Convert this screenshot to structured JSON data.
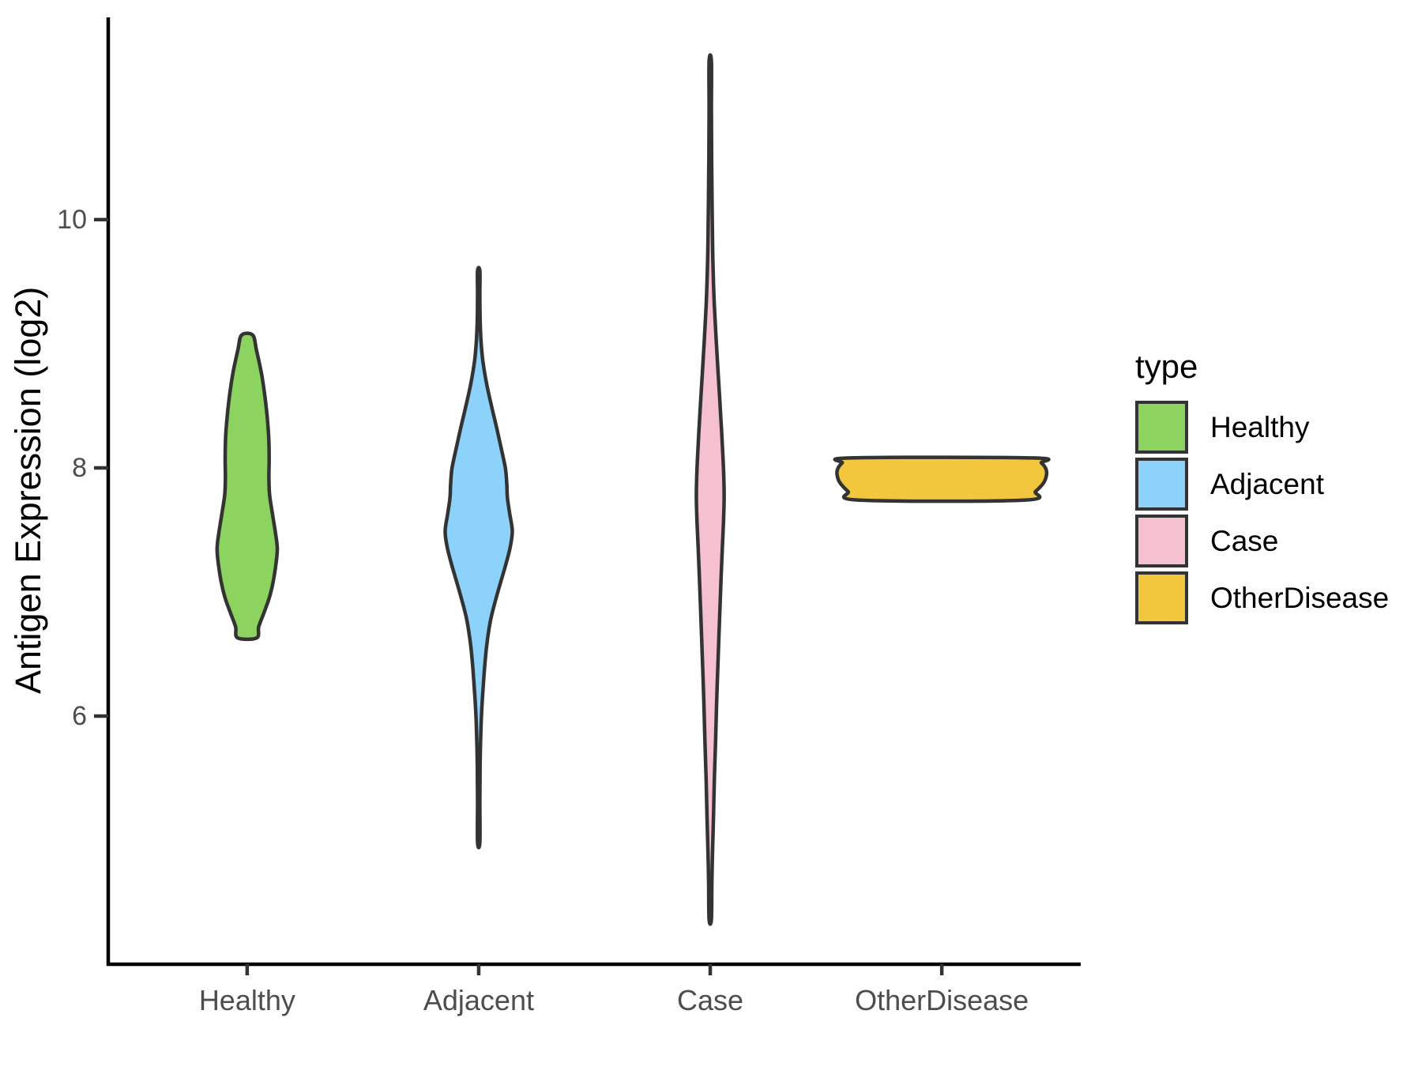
{
  "chart_data": {
    "type": "violin",
    "title": "",
    "xlabel": "",
    "ylabel": "Antigen Expression (log2)",
    "categories": [
      "Healthy",
      "Adjacent",
      "Case",
      "OtherDisease"
    ],
    "y_ticks": [
      6,
      8,
      10
    ],
    "ylim": [
      4.0,
      11.63
    ],
    "grid": false,
    "legend_position": "right",
    "colors": {
      "outline": "#333333",
      "axis_line": "#000000",
      "tick_mark": "#333333",
      "tick_label": "#4D4D4D",
      "axis_title": "#000000"
    },
    "legend": {
      "title": "type",
      "entries": [
        {
          "label": "Healthy",
          "color": "#8DD35F"
        },
        {
          "label": "Adjacent",
          "color": "#8DD2FB"
        },
        {
          "label": "Case",
          "color": "#F5C1D0"
        },
        {
          "label": "OtherDisease",
          "color": "#F3C73D"
        }
      ]
    },
    "series": [
      {
        "name": "Healthy",
        "color": "#8DD35F",
        "range": [
          6.63,
          9.07
        ],
        "flat_ends": true,
        "profile": [
          [
            9.07,
            0.024
          ],
          [
            8.95,
            0.04
          ],
          [
            8.78,
            0.06
          ],
          [
            8.6,
            0.075
          ],
          [
            8.42,
            0.086
          ],
          [
            8.25,
            0.093
          ],
          [
            8.08,
            0.095
          ],
          [
            7.92,
            0.094
          ],
          [
            7.78,
            0.097
          ],
          [
            7.62,
            0.11
          ],
          [
            7.48,
            0.122
          ],
          [
            7.35,
            0.13
          ],
          [
            7.22,
            0.124
          ],
          [
            7.08,
            0.112
          ],
          [
            6.95,
            0.095
          ],
          [
            6.83,
            0.072
          ],
          [
            6.72,
            0.05
          ],
          [
            6.63,
            0.041
          ]
        ]
      },
      {
        "name": "Adjacent",
        "color": "#8DD2FB",
        "range": [
          4.98,
          9.59
        ],
        "flat_ends": false,
        "profile": [
          [
            9.59,
            0.005
          ],
          [
            9.4,
            0.005
          ],
          [
            9.2,
            0.006
          ],
          [
            9.02,
            0.01
          ],
          [
            8.86,
            0.018
          ],
          [
            8.68,
            0.034
          ],
          [
            8.5,
            0.055
          ],
          [
            8.32,
            0.078
          ],
          [
            8.15,
            0.098
          ],
          [
            8.0,
            0.115
          ],
          [
            7.88,
            0.121
          ],
          [
            7.76,
            0.124
          ],
          [
            7.63,
            0.134
          ],
          [
            7.49,
            0.145
          ],
          [
            7.36,
            0.136
          ],
          [
            7.22,
            0.117
          ],
          [
            7.08,
            0.095
          ],
          [
            6.93,
            0.072
          ],
          [
            6.78,
            0.052
          ],
          [
            6.62,
            0.038
          ],
          [
            6.45,
            0.028
          ],
          [
            6.25,
            0.02
          ],
          [
            6.05,
            0.013
          ],
          [
            5.85,
            0.009
          ],
          [
            5.6,
            0.006
          ],
          [
            5.3,
            0.005
          ],
          [
            4.98,
            0.005
          ]
        ]
      },
      {
        "name": "Case",
        "color": "#F5C1D0",
        "range": [
          4.36,
          11.28
        ],
        "flat_ends": false,
        "profile": [
          [
            11.28,
            0.005
          ],
          [
            10.9,
            0.005
          ],
          [
            10.5,
            0.006
          ],
          [
            10.1,
            0.008
          ],
          [
            9.8,
            0.01
          ],
          [
            9.55,
            0.013
          ],
          [
            9.3,
            0.018
          ],
          [
            9.05,
            0.025
          ],
          [
            8.8,
            0.033
          ],
          [
            8.55,
            0.041
          ],
          [
            8.3,
            0.049
          ],
          [
            8.08,
            0.055
          ],
          [
            7.9,
            0.059
          ],
          [
            7.74,
            0.06
          ],
          [
            7.56,
            0.057
          ],
          [
            7.35,
            0.052
          ],
          [
            7.12,
            0.047
          ],
          [
            6.88,
            0.042
          ],
          [
            6.62,
            0.037
          ],
          [
            6.35,
            0.032
          ],
          [
            6.08,
            0.027
          ],
          [
            5.8,
            0.023
          ],
          [
            5.5,
            0.018
          ],
          [
            5.2,
            0.014
          ],
          [
            4.92,
            0.01
          ],
          [
            4.65,
            0.007
          ],
          [
            4.36,
            0.005
          ]
        ]
      },
      {
        "name": "OtherDisease",
        "color": "#F3C73D",
        "range": [
          7.74,
          8.08
        ],
        "flat_ends": true,
        "profile": [
          [
            8.08,
            0.392
          ],
          [
            8.04,
            0.43
          ],
          [
            7.99,
            0.45
          ],
          [
            7.94,
            0.452
          ],
          [
            7.88,
            0.44
          ],
          [
            7.81,
            0.405
          ],
          [
            7.74,
            0.355
          ]
        ]
      }
    ]
  }
}
